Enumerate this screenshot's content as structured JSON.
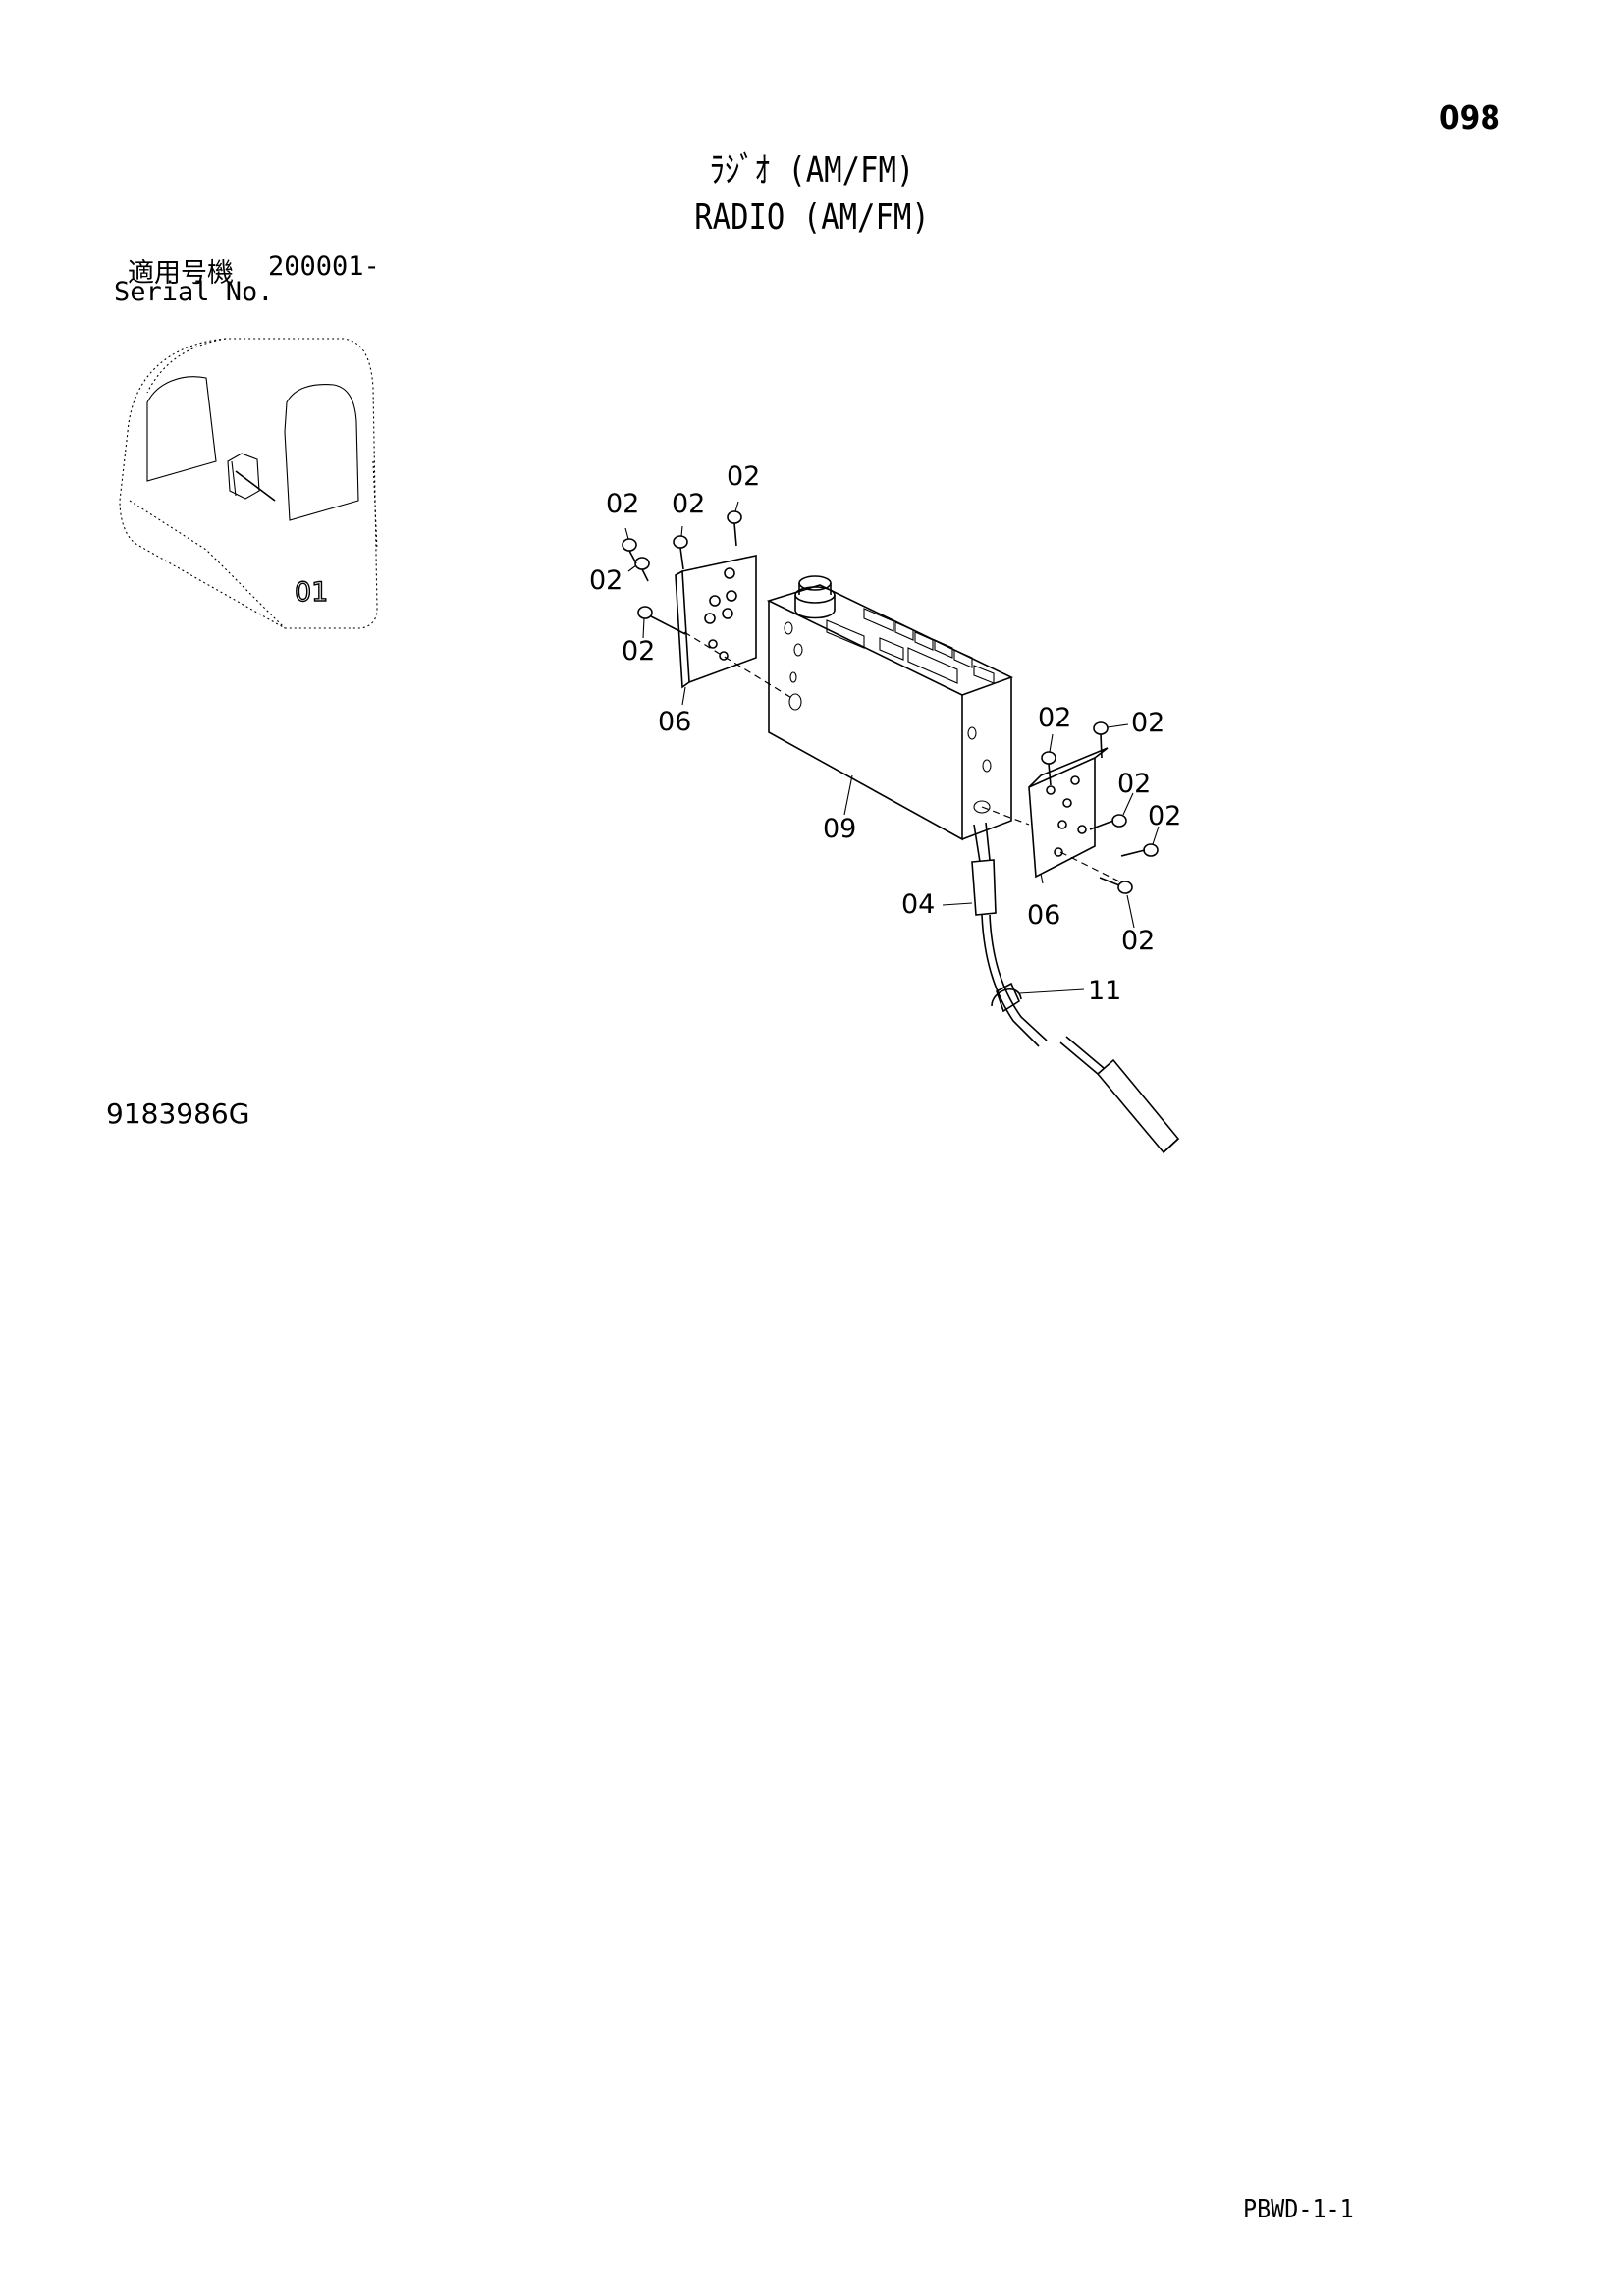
{
  "page_number": "098",
  "title_jp": "ﾗｼﾞｵ (AM/FM)",
  "title_en": "RADIO (AM/FM)",
  "serial": {
    "label_jp": "適用号機",
    "label_en": "Serial No.",
    "value": "200001-"
  },
  "cab_label": "01",
  "figure_number": "9183986G",
  "footer_code": "PBWD-1-1",
  "callouts": [
    {
      "id": "c1",
      "text": "02"
    },
    {
      "id": "c2",
      "text": "02"
    },
    {
      "id": "c3",
      "text": "02"
    },
    {
      "id": "c4",
      "text": "02"
    },
    {
      "id": "c5",
      "text": "02"
    },
    {
      "id": "c6",
      "text": "06"
    },
    {
      "id": "c7",
      "text": "09"
    },
    {
      "id": "c8",
      "text": "02"
    },
    {
      "id": "c9",
      "text": "02"
    },
    {
      "id": "c10",
      "text": "02"
    },
    {
      "id": "c11",
      "text": "02"
    },
    {
      "id": "c12",
      "text": "04"
    },
    {
      "id": "c13",
      "text": "06"
    },
    {
      "id": "c14",
      "text": "02"
    },
    {
      "id": "c15",
      "text": "11"
    }
  ]
}
